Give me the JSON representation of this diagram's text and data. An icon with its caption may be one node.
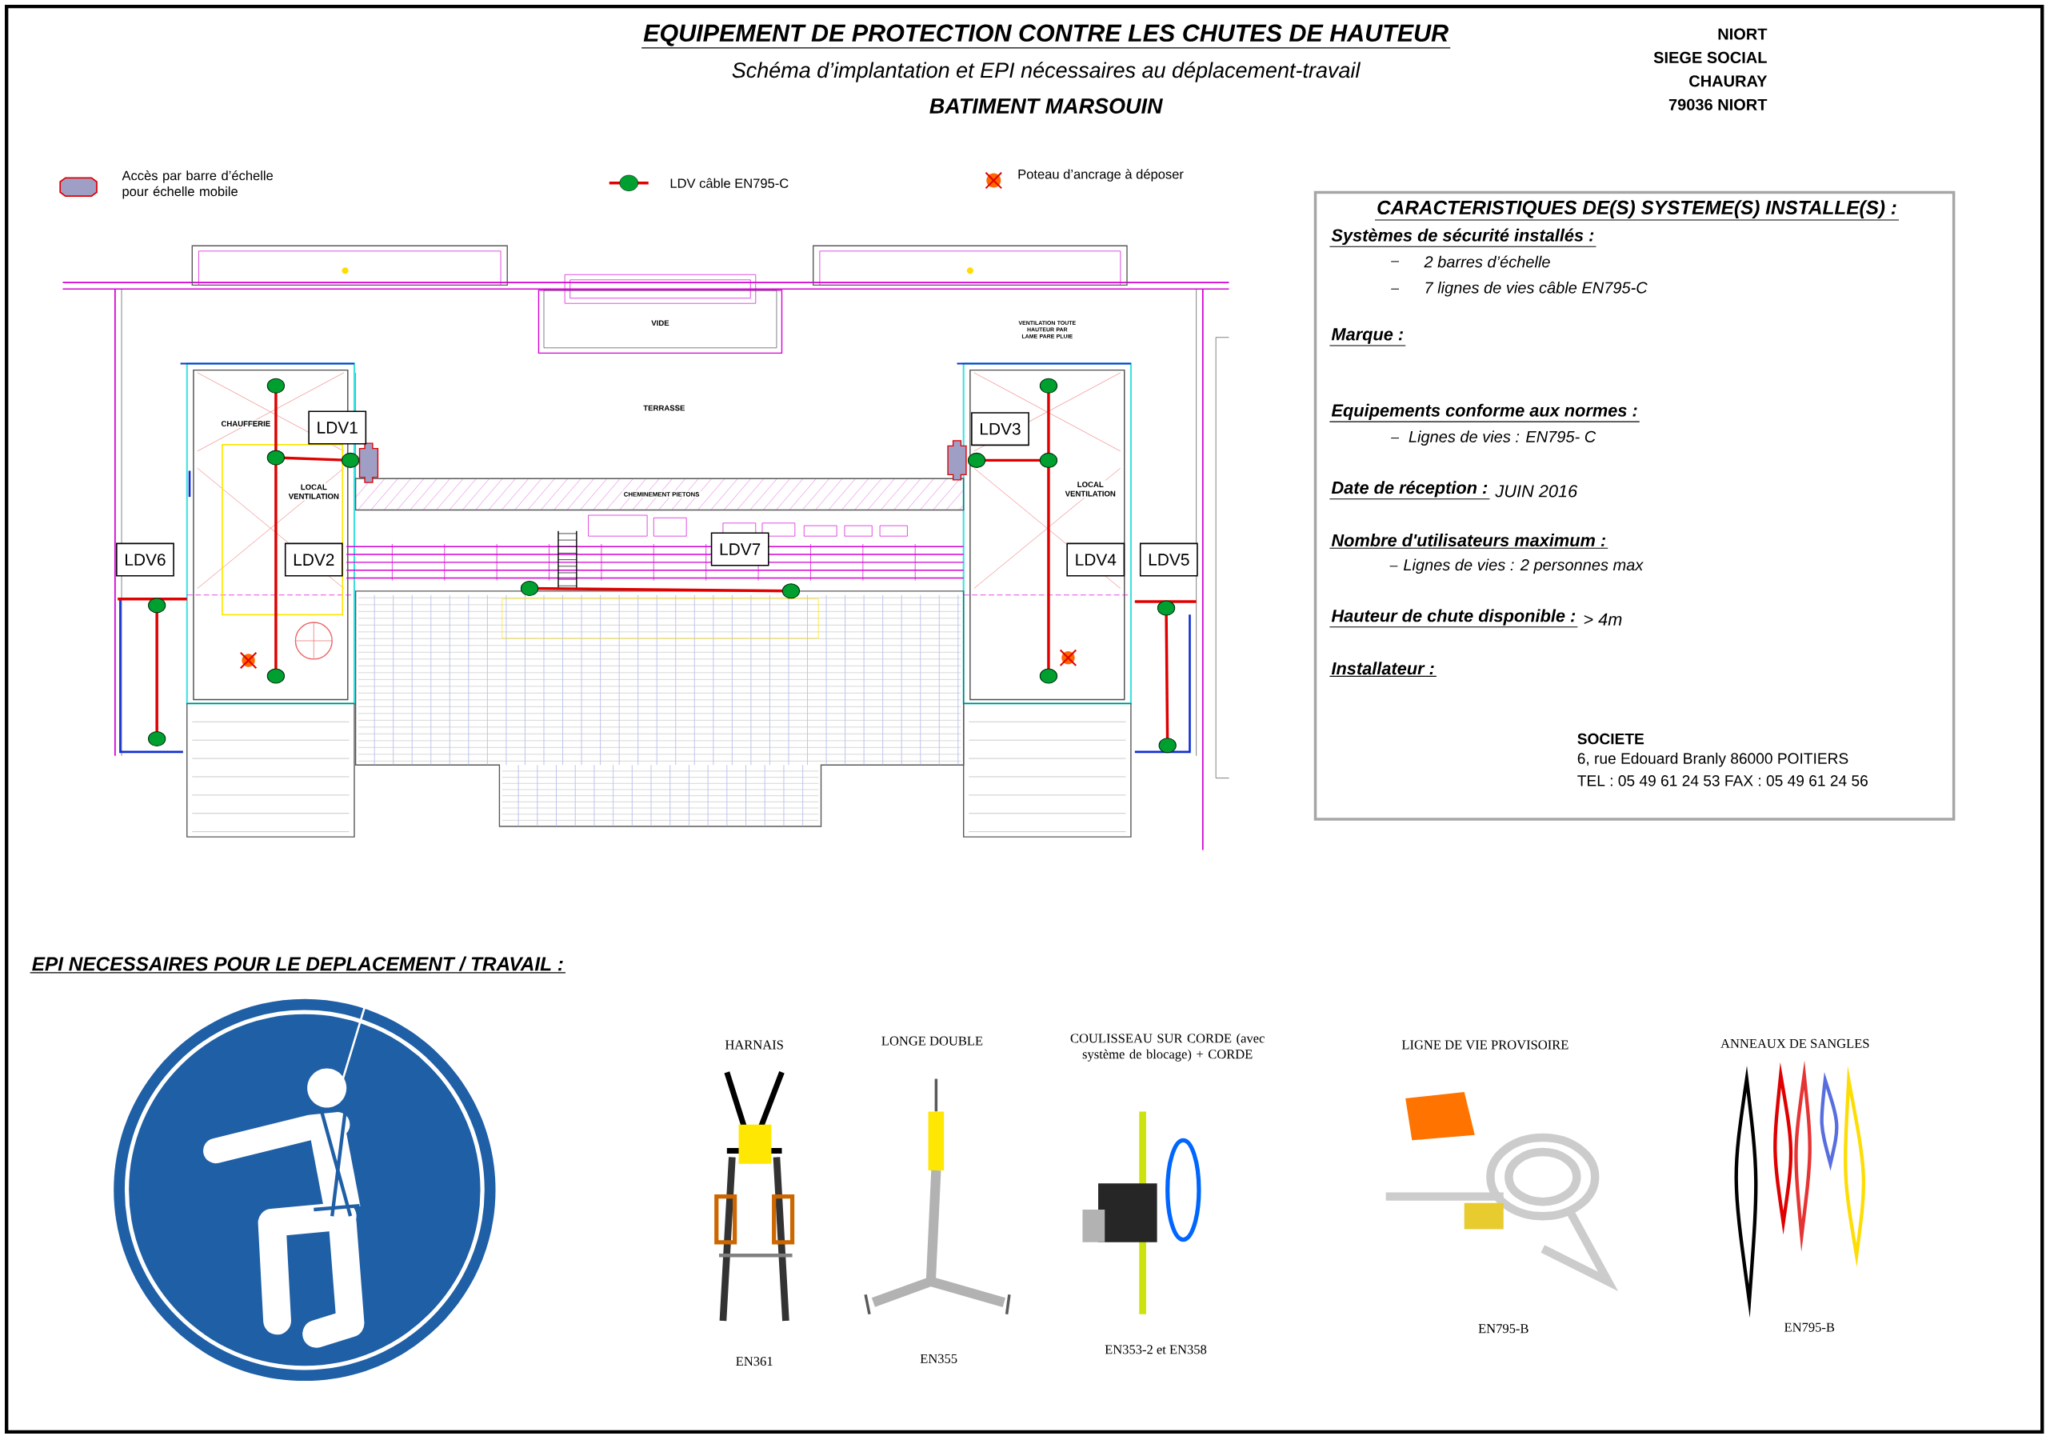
{
  "diagram": {
    "title": "EQUIPEMENT DE PROTECTION CONTRE LES CHUTES DE HAUTEUR",
    "nodes": [
      {
        "text": [
          "CARACTERISTIQUES DE(S) SYSTEME(S) INSTALLE(S) :",
          "Systèmes de sécurité installés :",
          "2 barres d’échelle",
          "7  lignes de vies câble EN795-C",
          "Marque :",
          "Equipements conforme aux normes :",
          "Lignes de vies : EN795- C",
          "Date de réception :",
          "JUIN 2016",
          "Nombre d'utilisateurs maximum :",
          "Lignes de vies : 2 personnes max",
          "Hauteur de chute disponible :",
          "> 4m",
          "Installateur :",
          "SOCIETE",
          "6, rue Edouard Branly 86000 POITIERS",
          "TEL : 05 49 61 24 53 FAX : 05 49 61 24 56"
        ]
      },
      {
        "text": [
          "LDV1"
        ]
      },
      {
        "text": [
          "LDV3"
        ]
      },
      {
        "text": [
          "LDV6"
        ]
      },
      {
        "text": [
          "LDV2"
        ]
      },
      {
        "text": [
          "LDV7"
        ]
      },
      {
        "text": [
          "LDV4"
        ]
      },
      {
        "text": [
          "LDV5"
        ]
      }
    ],
    "labels": [
      "Schéma d’implantation et EPI nécessaires au déplacement-travail",
      "BATIMENT MARSOUIN",
      "NIORT",
      "SIEGE SOCIAL",
      "CHAURAY",
      "79036 NIORT",
      "VIDE",
      "VENTILATION TOUTE HAUTEUR PAR LAME PARE PLUIE",
      "TERRASSE",
      "CHAUFFERIE",
      "LOCAL VENTILATION",
      "LOCAL VENTILATION",
      "CHEMINEMENT PIETONS",
      "EPI NECESSAIRES POUR LE DEPLACEMENT / TRAVAIL :",
      "HARNAIS",
      "LONGE DOUBLE",
      "COULISSEAU SUR CORDE (avec système de blocage) + CORDE",
      "LIGNE DE VIE PROVISOIRE",
      "ANNEAUX DE SANGLES",
      "EN361",
      "EN355",
      "EN353-2 et EN358",
      "EN795-B",
      "EN795-B"
    ],
    "legend": [
      {
        "text": "Accès par barre d’échelle pour échelle mobile"
      },
      {
        "text": "LDV câble EN795-C"
      },
      {
        "text": "Poteau d’ancrage à déposer"
      }
    ]
  }
}
